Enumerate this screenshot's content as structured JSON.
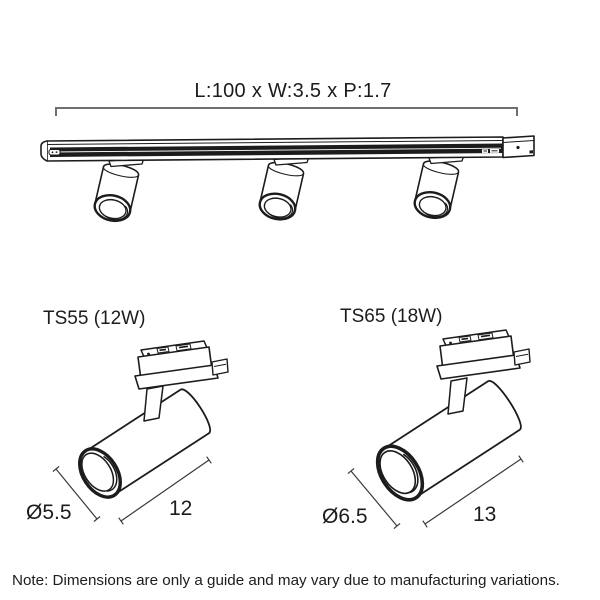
{
  "title_block": {
    "track_dimension_label": "L:100 x W:3.5 x P:1.7"
  },
  "products": [
    {
      "model": "TS55 (12W)",
      "diameter_label": "Ø5.5",
      "length_label": "12"
    },
    {
      "model": "TS65 (18W)",
      "diameter_label": "Ø6.5",
      "length_label": "13"
    }
  ],
  "footer": {
    "note": "Note: Dimensions are only a guide and may vary due to manufacturing variations."
  },
  "illustration": {
    "type": "track-lighting-dimension-diagram",
    "track_spotlight_count": 3
  },
  "colors": {
    "line_art": "#1c1c1c",
    "dimension_bracket": "#6f6f6f",
    "dimension_line": "#3a3a3a",
    "background": "#ffffff"
  }
}
